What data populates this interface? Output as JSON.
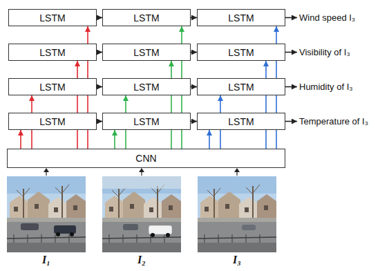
{
  "diagram": {
    "nodes": [
      {
        "text": [
          "LSTM"
        ]
      },
      {
        "text": [
          "LSTM"
        ]
      },
      {
        "text": [
          "LSTM"
        ]
      },
      {
        "text": [
          "LSTM"
        ]
      },
      {
        "text": [
          "LSTM"
        ]
      },
      {
        "text": [
          "LSTM"
        ]
      },
      {
        "text": [
          "LSTM"
        ]
      },
      {
        "text": [
          "LSTM"
        ]
      },
      {
        "text": [
          "LSTM"
        ]
      },
      {
        "text": [
          "LSTM"
        ]
      },
      {
        "text": [
          "LSTM"
        ]
      },
      {
        "text": [
          "LSTM"
        ]
      },
      {
        "text": [
          "CNN"
        ]
      }
    ],
    "edges": [
      {
        "from": 0,
        "to": 1,
        "arrow": "to"
      },
      {
        "from": 1,
        "to": 2,
        "arrow": "to"
      },
      {
        "from": 3,
        "to": 4,
        "arrow": "to"
      },
      {
        "from": 4,
        "to": 5,
        "arrow": "to"
      },
      {
        "from": 6,
        "to": 7,
        "arrow": "to"
      },
      {
        "from": 7,
        "to": 8,
        "arrow": "to"
      },
      {
        "from": 9,
        "to": 10,
        "arrow": "to"
      },
      {
        "from": 10,
        "to": 11,
        "arrow": "to"
      },
      {
        "from": 12,
        "to": 9,
        "arrow": "to"
      },
      {
        "from": 12,
        "to": 6,
        "arrow": "to"
      },
      {
        "from": 12,
        "to": 3,
        "arrow": "to"
      },
      {
        "from": 12,
        "to": 0,
        "arrow": "to"
      },
      {
        "from": 12,
        "to": 10,
        "arrow": "to"
      },
      {
        "from": 12,
        "to": 7,
        "arrow": "to"
      },
      {
        "from": 12,
        "to": 4,
        "arrow": "to"
      },
      {
        "from": 12,
        "to": 1,
        "arrow": "to"
      },
      {
        "from": 12,
        "to": 11,
        "arrow": "to"
      },
      {
        "from": 12,
        "to": 8,
        "arrow": "to"
      },
      {
        "from": 12,
        "to": 5,
        "arrow": "to"
      },
      {
        "from": 12,
        "to": 2,
        "arrow": "to"
      }
    ],
    "labels": [
      "Wind speed I₃",
      "Visibility of I₃",
      "Humidity of I₃",
      "Temperature of I₃",
      "I₁",
      "I₂",
      "I₃"
    ]
  }
}
